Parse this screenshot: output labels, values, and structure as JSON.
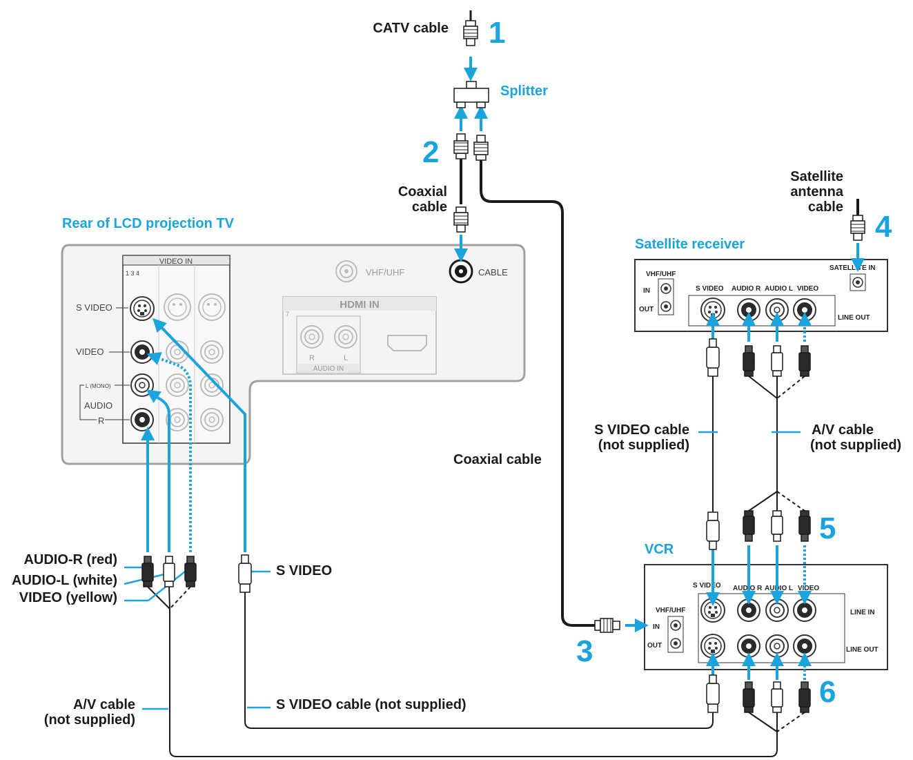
{
  "colors": {
    "accent": "#1aa3dc",
    "cable": "#1a1a1a",
    "panel": "#a0a0a0",
    "panel_fill": "#f3f3f3"
  },
  "steps": [
    "1",
    "2",
    "3",
    "4",
    "5",
    "6"
  ],
  "labels": {
    "catv_cable": "CATV cable",
    "splitter": "Splitter",
    "coaxial_cable_top_1": "Coaxial",
    "coaxial_cable_top_2": "cable",
    "coaxial_cable_mid": "Coaxial cable",
    "rear_tv": "Rear of LCD projection TV",
    "satellite_antenna_1": "Satellite",
    "satellite_antenna_2": "antenna",
    "satellite_antenna_3": "cable",
    "satellite_receiver": "Satellite receiver",
    "vcr": "VCR",
    "svideo_cable_1": "S VIDEO cable",
    "svideo_cable_2": "(not supplied)",
    "av_cable_right_1": "A/V cable",
    "av_cable_right_2": "(not supplied)",
    "audio_r_red": "AUDIO-R (red)",
    "audio_l_white": "AUDIO-L (white)",
    "video_yellow": "VIDEO (yellow)",
    "svideo_plug": "S VIDEO",
    "av_cable_left_1": "A/V cable",
    "av_cable_left_2": "(not supplied)",
    "svideo_cable_bottom": "S VIDEO cable (not supplied)"
  },
  "tv_panel": {
    "video_in": "VIDEO IN",
    "jack_numbers": "1 3 4",
    "s_video": "S VIDEO",
    "video": "VIDEO",
    "l_mono": "L (MONO)",
    "audio": "AUDIO",
    "r": "R",
    "vhf_uhf": "VHF/UHF",
    "cable": "CABLE",
    "hdmi_in": "HDMI IN",
    "hdmi_num": "7",
    "hdmi_r": "R",
    "hdmi_l": "L",
    "audio_in": "AUDIO IN"
  },
  "receiver_panel": {
    "vhf_uhf": "VHF/UHF",
    "in": "IN",
    "out": "OUT",
    "s_video": "S VIDEO",
    "audio_r": "AUDIO R",
    "audio_l": "AUDIO L",
    "video": "VIDEO",
    "satellite_in": "SATELLITE IN",
    "line_out": "LINE OUT"
  },
  "vcr_panel": {
    "vhf_uhf": "VHF/UHF",
    "in": "IN",
    "out": "OUT",
    "s_video": "S VIDEO",
    "audio_r": "AUDIO R",
    "audio_l": "AUDIO L",
    "video": "VIDEO",
    "line_in": "LINE IN",
    "line_out": "LINE OUT"
  }
}
